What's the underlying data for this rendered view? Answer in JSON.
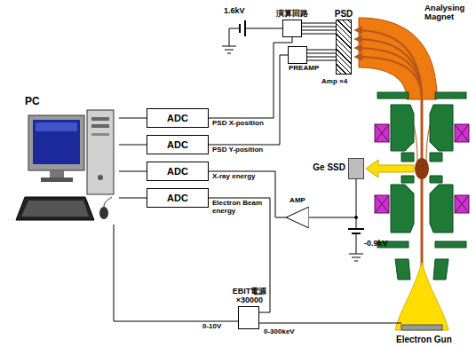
{
  "diagram": {
    "nodes": [
      {
        "text": [
          "PC"
        ]
      },
      {
        "text": [
          "ADC"
        ]
      },
      {
        "text": [
          "ADC"
        ]
      },
      {
        "text": [
          "ADC"
        ]
      },
      {
        "text": [
          "ADC"
        ]
      },
      {
        "text": [
          "演算回路"
        ]
      },
      {
        "text": [
          "PREAMP"
        ]
      },
      {
        "text": [
          "PSD"
        ]
      },
      {
        "text": [
          "AMP"
        ]
      },
      {
        "text": [
          "Ge SSD"
        ]
      },
      {
        "text": [
          "EBIT電源 ×30000"
        ]
      }
    ],
    "edges": [
      {
        "from": 1,
        "to": 0,
        "arrow": "none"
      },
      {
        "from": 2,
        "to": 0,
        "arrow": "none"
      },
      {
        "from": 3,
        "to": 0,
        "arrow": "none"
      },
      {
        "from": 4,
        "to": 0,
        "arrow": "none"
      },
      {
        "from": 5,
        "to": 1,
        "label": "PSD X-position",
        "arrow": "none"
      },
      {
        "from": 6,
        "to": 2,
        "label": "PSD Y-position",
        "arrow": "none"
      },
      {
        "from": 8,
        "to": 3,
        "label": "X-ray energy",
        "arrow": "none"
      },
      {
        "from": 10,
        "to": 4,
        "label": "Electron Beam energy",
        "arrow": "none"
      },
      {
        "from": 0,
        "to": 10,
        "label": "0-10V",
        "arrow": "none"
      },
      {
        "from": 7,
        "to": 5,
        "arrow": "none"
      },
      {
        "from": 7,
        "to": 6,
        "arrow": "none"
      },
      {
        "from": 9,
        "to": 8,
        "arrow": "none"
      }
    ],
    "labels": [
      "1.6kV",
      "Amp ×4",
      "Analysing Magnet",
      "-0.9kV",
      "0-300keV",
      "Electron Gun"
    ]
  }
}
